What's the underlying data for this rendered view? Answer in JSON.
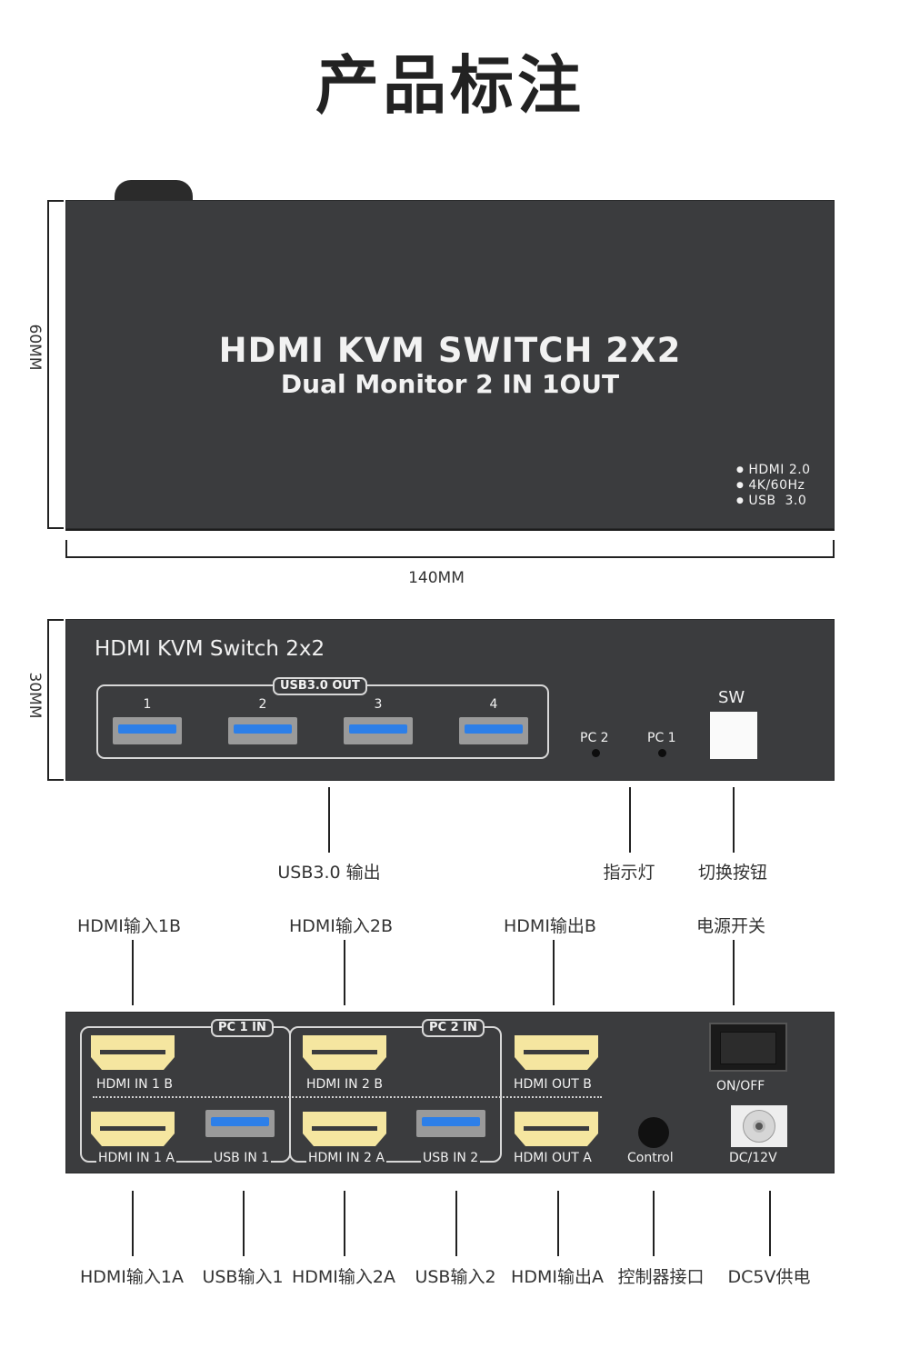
{
  "page": {
    "title": "产品标注"
  },
  "top_view": {
    "line1": "HDMI KVM SWITCH 2X2",
    "line2": "Dual Monitor 2 IN 1OUT",
    "specs": [
      "HDMI 2.0",
      "4K/60Hz",
      "USB  3.0"
    ],
    "height_dim": "60MM",
    "width_dim": "140MM"
  },
  "front_panel": {
    "title": "HDMI KVM Switch 2x2",
    "usb_group_label": "USB3.0 OUT",
    "usb_ports": [
      "1",
      "2",
      "3",
      "4"
    ],
    "led_pc2": "PC 2",
    "led_pc1": "PC 1",
    "sw_label": "SW",
    "height_dim": "30MM",
    "callouts": {
      "usb_out": "USB3.0 输出",
      "indicator": "指示灯",
      "switch_button": "切换按钮"
    }
  },
  "back_panel": {
    "pc1_tag": "PC 1 IN",
    "pc2_tag": "PC 2 IN",
    "hdmi_in_1b": "HDMI IN 1 B",
    "hdmi_in_1a": "HDMI IN 1 A",
    "usb_in_1": "USB IN 1",
    "hdmi_in_2b": "HDMI IN 2 B",
    "hdmi_in_2a": "HDMI IN 2 A",
    "usb_in_2": "USB IN 2",
    "hdmi_out_b": "HDMI OUT B",
    "hdmi_out_a": "HDMI OUT A",
    "control": "Control",
    "onoff": "ON/OFF",
    "dc": "DC/12V",
    "callouts_top": {
      "hdmi_in_1b": "HDMI输入1B",
      "hdmi_in_2b": "HDMI输入2B",
      "hdmi_out_b": "HDMI输出B",
      "power_switch": "电源开关"
    },
    "callouts_bottom": {
      "hdmi_in_1a": "HDMI输入1A",
      "usb_in_1": "USB输入1",
      "hdmi_in_2a": "HDMI输入2A",
      "usb_in_2": "USB输入2",
      "hdmi_out_a": "HDMI输出A",
      "control_port": "控制器接口",
      "power": "DC5V供电"
    }
  }
}
